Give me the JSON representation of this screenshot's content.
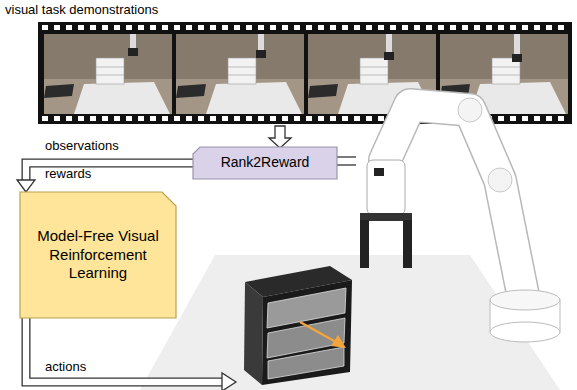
{
  "diagram": {
    "nodes": [
      {
        "text": [
          "Rank2Reward"
        ]
      },
      {
        "text": [
          "Model-Free Visual Reinforcement Learning"
        ]
      }
    ],
    "edges": [
      {
        "from": 0,
        "to": 1,
        "arrow": "to"
      }
    ],
    "labels": [
      "visual task demonstrations",
      "observations",
      "rewards",
      "actions"
    ]
  }
}
